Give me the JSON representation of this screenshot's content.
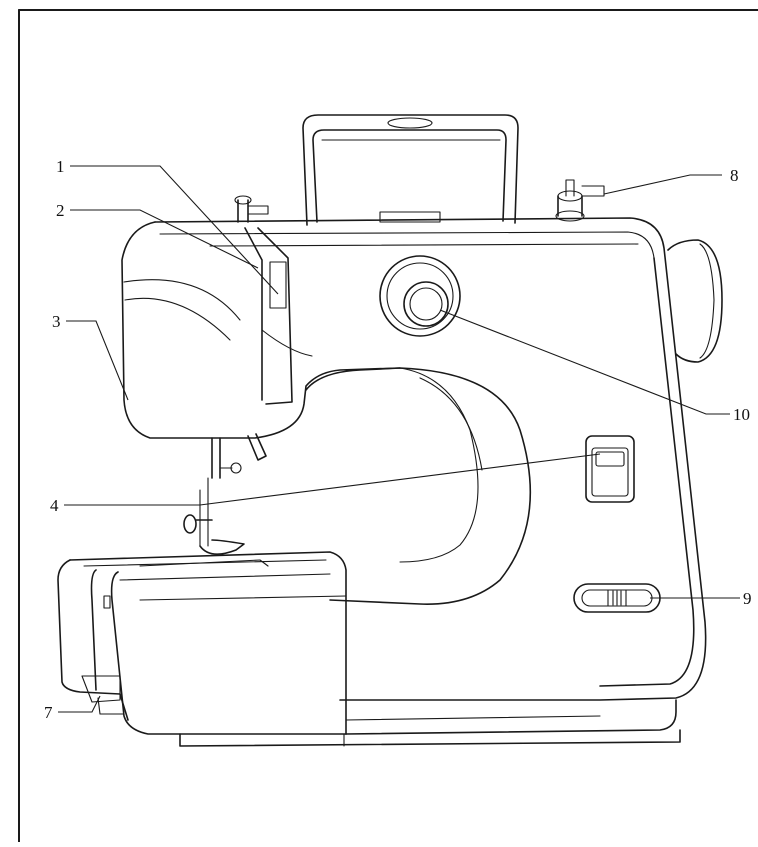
{
  "diagram": {
    "callouts": [
      {
        "id": "c1",
        "label": "1"
      },
      {
        "id": "c2",
        "label": "2"
      },
      {
        "id": "c3",
        "label": "3"
      },
      {
        "id": "c4",
        "label": "4"
      },
      {
        "id": "c7",
        "label": "7"
      },
      {
        "id": "c8",
        "label": "8"
      },
      {
        "id": "c9",
        "label": "9"
      },
      {
        "id": "c10",
        "label": "10"
      }
    ]
  }
}
